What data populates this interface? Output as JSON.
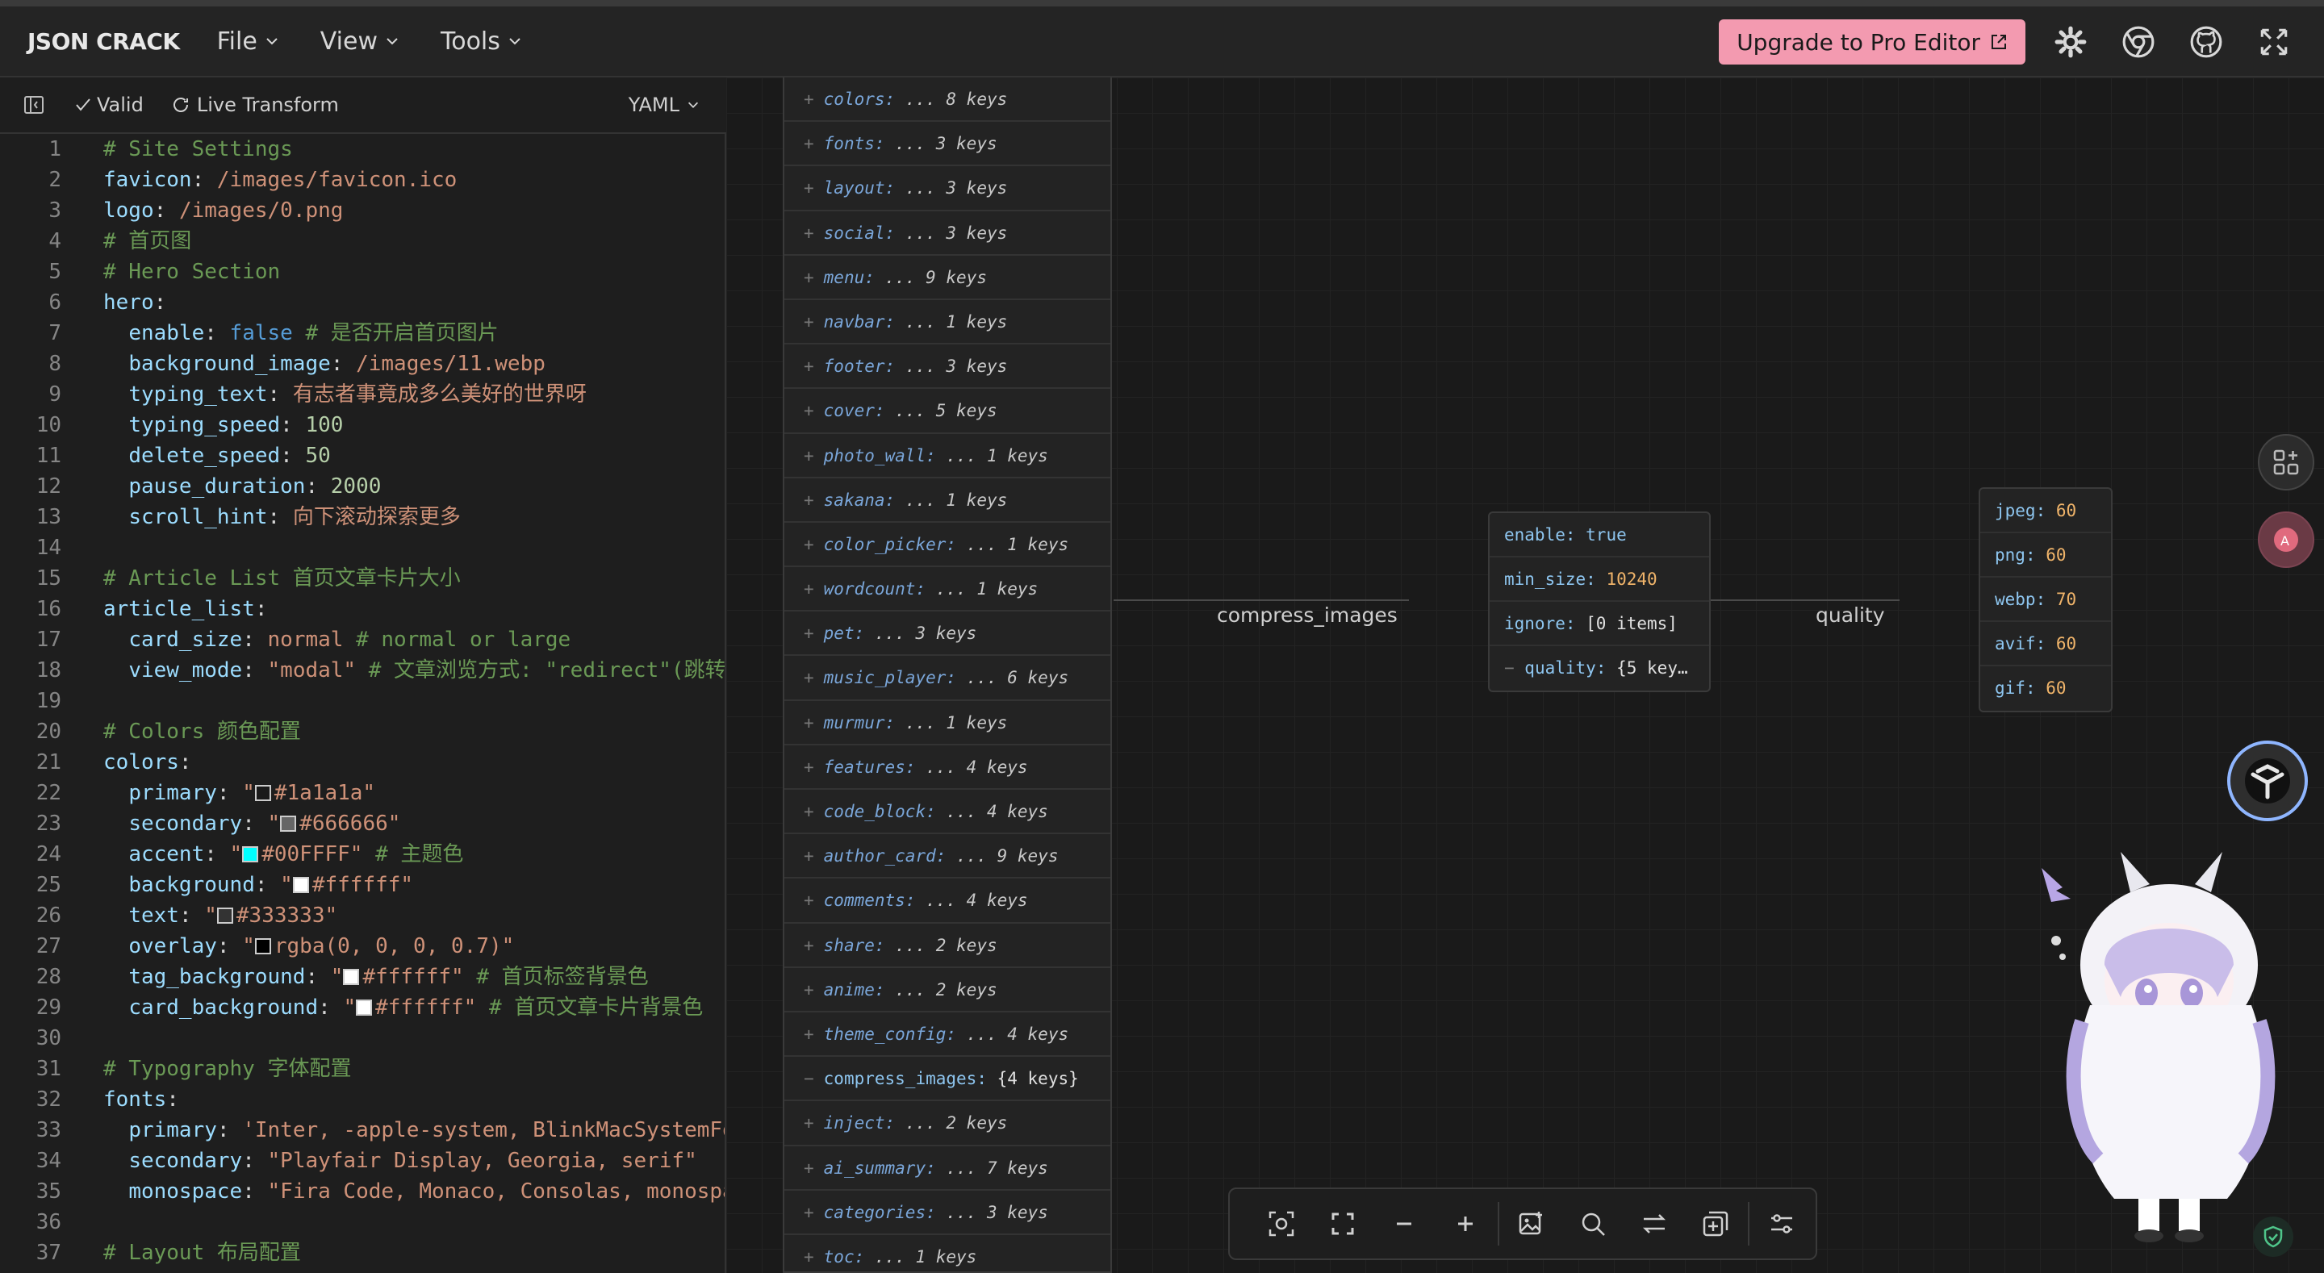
{
  "app": {
    "logo": "JSON CRACK",
    "menu": [
      {
        "label": "File"
      },
      {
        "label": "View"
      },
      {
        "label": "Tools"
      }
    ],
    "upgrade_label": "Upgrade to Pro Editor"
  },
  "toolbar": {
    "valid_label": "Valid",
    "live_label": "Live Transform",
    "format_label": "YAML"
  },
  "editor": {
    "lines": [
      {
        "n": "1",
        "parts": [
          {
            "t": "com",
            "v": "# Site Settings"
          }
        ]
      },
      {
        "n": "2",
        "parts": [
          {
            "t": "key",
            "v": "favicon"
          },
          {
            "t": "pun",
            "v": ": "
          },
          {
            "t": "str",
            "v": "/images/favicon.ico"
          }
        ]
      },
      {
        "n": "3",
        "parts": [
          {
            "t": "key",
            "v": "logo"
          },
          {
            "t": "pun",
            "v": ": "
          },
          {
            "t": "str",
            "v": "/images/0.png"
          }
        ]
      },
      {
        "n": "4",
        "parts": [
          {
            "t": "com",
            "v": "# 首页图"
          }
        ]
      },
      {
        "n": "5",
        "parts": [
          {
            "t": "com",
            "v": "# Hero Section"
          }
        ]
      },
      {
        "n": "6",
        "parts": [
          {
            "t": "key",
            "v": "hero"
          },
          {
            "t": "pun",
            "v": ":"
          }
        ]
      },
      {
        "n": "7",
        "parts": [
          {
            "t": "pun",
            "v": "  "
          },
          {
            "t": "key",
            "v": "enable"
          },
          {
            "t": "pun",
            "v": ": "
          },
          {
            "t": "bool",
            "v": "false"
          },
          {
            "t": "com",
            "v": " # 是否开启首页图片"
          }
        ]
      },
      {
        "n": "8",
        "parts": [
          {
            "t": "pun",
            "v": "  "
          },
          {
            "t": "key",
            "v": "background_image"
          },
          {
            "t": "pun",
            "v": ": "
          },
          {
            "t": "str",
            "v": "/images/11.webp"
          }
        ]
      },
      {
        "n": "9",
        "parts": [
          {
            "t": "pun",
            "v": "  "
          },
          {
            "t": "key",
            "v": "typing_text"
          },
          {
            "t": "pun",
            "v": ": "
          },
          {
            "t": "str",
            "v": "有志者事竟成多么美好的世界呀"
          }
        ]
      },
      {
        "n": "10",
        "parts": [
          {
            "t": "pun",
            "v": "  "
          },
          {
            "t": "key",
            "v": "typing_speed"
          },
          {
            "t": "pun",
            "v": ": "
          },
          {
            "t": "num",
            "v": "100"
          }
        ]
      },
      {
        "n": "11",
        "parts": [
          {
            "t": "pun",
            "v": "  "
          },
          {
            "t": "key",
            "v": "delete_speed"
          },
          {
            "t": "pun",
            "v": ": "
          },
          {
            "t": "num",
            "v": "50"
          }
        ]
      },
      {
        "n": "12",
        "parts": [
          {
            "t": "pun",
            "v": "  "
          },
          {
            "t": "key",
            "v": "pause_duration"
          },
          {
            "t": "pun",
            "v": ": "
          },
          {
            "t": "num",
            "v": "2000"
          }
        ]
      },
      {
        "n": "13",
        "parts": [
          {
            "t": "pun",
            "v": "  "
          },
          {
            "t": "key",
            "v": "scroll_hint"
          },
          {
            "t": "pun",
            "v": ": "
          },
          {
            "t": "str",
            "v": "向下滚动探索更多"
          }
        ]
      },
      {
        "n": "14",
        "parts": []
      },
      {
        "n": "15",
        "parts": [
          {
            "t": "com",
            "v": "# Article List 首页文章卡片大小"
          }
        ]
      },
      {
        "n": "16",
        "parts": [
          {
            "t": "key",
            "v": "article_list"
          },
          {
            "t": "pun",
            "v": ":"
          }
        ]
      },
      {
        "n": "17",
        "parts": [
          {
            "t": "pun",
            "v": "  "
          },
          {
            "t": "key",
            "v": "card_size"
          },
          {
            "t": "pun",
            "v": ": "
          },
          {
            "t": "str",
            "v": "normal"
          },
          {
            "t": "com",
            "v": " # normal or large"
          }
        ]
      },
      {
        "n": "18",
        "parts": [
          {
            "t": "pun",
            "v": "  "
          },
          {
            "t": "key",
            "v": "view_mode"
          },
          {
            "t": "pun",
            "v": ": "
          },
          {
            "t": "str",
            "v": "\"modal\""
          },
          {
            "t": "com",
            "v": " # 文章浏览方式: \"redirect\"(跳转"
          }
        ]
      },
      {
        "n": "19",
        "parts": []
      },
      {
        "n": "20",
        "parts": [
          {
            "t": "com",
            "v": "# Colors 颜色配置"
          }
        ]
      },
      {
        "n": "21",
        "parts": [
          {
            "t": "key",
            "v": "colors"
          },
          {
            "t": "pun",
            "v": ":"
          }
        ]
      },
      {
        "n": "22",
        "parts": [
          {
            "t": "pun",
            "v": "  "
          },
          {
            "t": "key",
            "v": "primary"
          },
          {
            "t": "pun",
            "v": ": "
          },
          {
            "t": "str",
            "v": "\""
          },
          {
            "t": "sw",
            "v": "#1a1a1a"
          },
          {
            "t": "str",
            "v": "#1a1a1a\""
          }
        ]
      },
      {
        "n": "23",
        "parts": [
          {
            "t": "pun",
            "v": "  "
          },
          {
            "t": "key",
            "v": "secondary"
          },
          {
            "t": "pun",
            "v": ": "
          },
          {
            "t": "str",
            "v": "\""
          },
          {
            "t": "sw",
            "v": "#666666"
          },
          {
            "t": "str",
            "v": "#666666\""
          }
        ]
      },
      {
        "n": "24",
        "parts": [
          {
            "t": "pun",
            "v": "  "
          },
          {
            "t": "key",
            "v": "accent"
          },
          {
            "t": "pun",
            "v": ": "
          },
          {
            "t": "str",
            "v": "\""
          },
          {
            "t": "sw",
            "v": "#00FFFF"
          },
          {
            "t": "str",
            "v": "#00FFFF\""
          },
          {
            "t": "com",
            "v": " # 主题色"
          }
        ]
      },
      {
        "n": "25",
        "parts": [
          {
            "t": "pun",
            "v": "  "
          },
          {
            "t": "key",
            "v": "background"
          },
          {
            "t": "pun",
            "v": ": "
          },
          {
            "t": "str",
            "v": "\""
          },
          {
            "t": "sw",
            "v": "#ffffff"
          },
          {
            "t": "str",
            "v": "#ffffff\""
          }
        ]
      },
      {
        "n": "26",
        "parts": [
          {
            "t": "pun",
            "v": "  "
          },
          {
            "t": "key",
            "v": "text"
          },
          {
            "t": "pun",
            "v": ": "
          },
          {
            "t": "str",
            "v": "\""
          },
          {
            "t": "sw",
            "v": "#333333"
          },
          {
            "t": "str",
            "v": "#333333\""
          }
        ]
      },
      {
        "n": "27",
        "parts": [
          {
            "t": "pun",
            "v": "  "
          },
          {
            "t": "key",
            "v": "overlay"
          },
          {
            "t": "pun",
            "v": ": "
          },
          {
            "t": "str",
            "v": "\""
          },
          {
            "t": "sw",
            "v": "#000000"
          },
          {
            "t": "str",
            "v": "rgba(0, 0, 0, 0.7)\""
          }
        ]
      },
      {
        "n": "28",
        "parts": [
          {
            "t": "pun",
            "v": "  "
          },
          {
            "t": "key",
            "v": "tag_background"
          },
          {
            "t": "pun",
            "v": ": "
          },
          {
            "t": "str",
            "v": "\""
          },
          {
            "t": "sw",
            "v": "#ffffff"
          },
          {
            "t": "str",
            "v": "#ffffff\""
          },
          {
            "t": "com",
            "v": " # 首页标签背景色"
          }
        ]
      },
      {
        "n": "29",
        "parts": [
          {
            "t": "pun",
            "v": "  "
          },
          {
            "t": "key",
            "v": "card_background"
          },
          {
            "t": "pun",
            "v": ": "
          },
          {
            "t": "str",
            "v": "\""
          },
          {
            "t": "sw",
            "v": "#ffffff"
          },
          {
            "t": "str",
            "v": "#ffffff\""
          },
          {
            "t": "com",
            "v": " # 首页文章卡片背景色"
          }
        ]
      },
      {
        "n": "30",
        "parts": []
      },
      {
        "n": "31",
        "parts": [
          {
            "t": "com",
            "v": "# Typography 字体配置"
          }
        ]
      },
      {
        "n": "32",
        "parts": [
          {
            "t": "key",
            "v": "fonts"
          },
          {
            "t": "pun",
            "v": ":"
          }
        ]
      },
      {
        "n": "33",
        "parts": [
          {
            "t": "pun",
            "v": "  "
          },
          {
            "t": "key",
            "v": "primary"
          },
          {
            "t": "pun",
            "v": ": "
          },
          {
            "t": "str",
            "v": "'Inter, -apple-system, BlinkMacSystemFo"
          }
        ]
      },
      {
        "n": "34",
        "parts": [
          {
            "t": "pun",
            "v": "  "
          },
          {
            "t": "key",
            "v": "secondary"
          },
          {
            "t": "pun",
            "v": ": "
          },
          {
            "t": "str",
            "v": "\"Playfair Display, Georgia, serif\""
          }
        ]
      },
      {
        "n": "35",
        "parts": [
          {
            "t": "pun",
            "v": "  "
          },
          {
            "t": "key",
            "v": "monospace"
          },
          {
            "t": "pun",
            "v": ": "
          },
          {
            "t": "str",
            "v": "\"Fira Code, Monaco, Consolas, monospa"
          }
        ]
      },
      {
        "n": "36",
        "parts": []
      },
      {
        "n": "37",
        "parts": [
          {
            "t": "com",
            "v": "# Layout 布局配置"
          }
        ]
      }
    ]
  },
  "graph": {
    "root_nodes": [
      {
        "key": "colors",
        "value": "... 8 keys"
      },
      {
        "key": "fonts",
        "value": "... 3 keys"
      },
      {
        "key": "layout",
        "value": "... 3 keys"
      },
      {
        "key": "social",
        "value": "... 3 keys"
      },
      {
        "key": "menu",
        "value": "... 9 keys"
      },
      {
        "key": "navbar",
        "value": "... 1 keys"
      },
      {
        "key": "footer",
        "value": "... 3 keys"
      },
      {
        "key": "cover",
        "value": "... 5 keys"
      },
      {
        "key": "photo_wall",
        "value": "... 1 keys"
      },
      {
        "key": "sakana",
        "value": "... 1 keys"
      },
      {
        "key": "color_picker",
        "value": "... 1 keys"
      },
      {
        "key": "wordcount",
        "value": "... 1 keys"
      },
      {
        "key": "pet",
        "value": "... 3 keys"
      },
      {
        "key": "music_player",
        "value": "... 6 keys"
      },
      {
        "key": "murmur",
        "value": "... 1 keys"
      },
      {
        "key": "features",
        "value": "... 4 keys"
      },
      {
        "key": "code_block",
        "value": "... 4 keys"
      },
      {
        "key": "author_card",
        "value": "... 9 keys"
      },
      {
        "key": "comments",
        "value": "... 4 keys"
      },
      {
        "key": "share",
        "value": "... 2 keys"
      },
      {
        "key": "anime",
        "value": "... 2 keys"
      },
      {
        "key": "theme_config",
        "value": "... 4 keys"
      },
      {
        "key": "compress_images",
        "value": "{4 keys}",
        "open": true
      },
      {
        "key": "inject",
        "value": "... 2 keys"
      },
      {
        "key": "ai_summary",
        "value": "... 7 keys"
      },
      {
        "key": "categories",
        "value": "... 3 keys"
      },
      {
        "key": "toc",
        "value": "... 1 keys"
      }
    ],
    "edge_compress_label": "compress_images",
    "edge_quality_label": "quality",
    "compress_node": [
      {
        "key": "enable",
        "value": "true",
        "type": "bool"
      },
      {
        "key": "min_size",
        "value": "10240",
        "type": "num"
      },
      {
        "key": "ignore",
        "value": "[0 items]",
        "type": "v"
      },
      {
        "key": "quality",
        "value": "{5 key…",
        "type": "v",
        "toggle": true
      }
    ],
    "quality_node": [
      {
        "key": "jpeg",
        "value": "60"
      },
      {
        "key": "png",
        "value": "60"
      },
      {
        "key": "webp",
        "value": "70"
      },
      {
        "key": "avif",
        "value": "60"
      },
      {
        "key": "gif",
        "value": "60"
      }
    ]
  },
  "colors": {
    "accent_pink": "#f39ab0",
    "key_blue": "#9cdcfe",
    "number_orange": "#f0b46a"
  },
  "icons": {
    "top_right": [
      "settings-icon",
      "chrome-icon",
      "github-icon",
      "fullscreen-icon"
    ],
    "bottom_bar": [
      "focus-icon",
      "fit-view-icon",
      "zoom-out-icon",
      "zoom-in-icon",
      "export-image-icon",
      "search-icon",
      "rotate-layout-icon",
      "collapse-icon",
      "customize-icon"
    ]
  }
}
